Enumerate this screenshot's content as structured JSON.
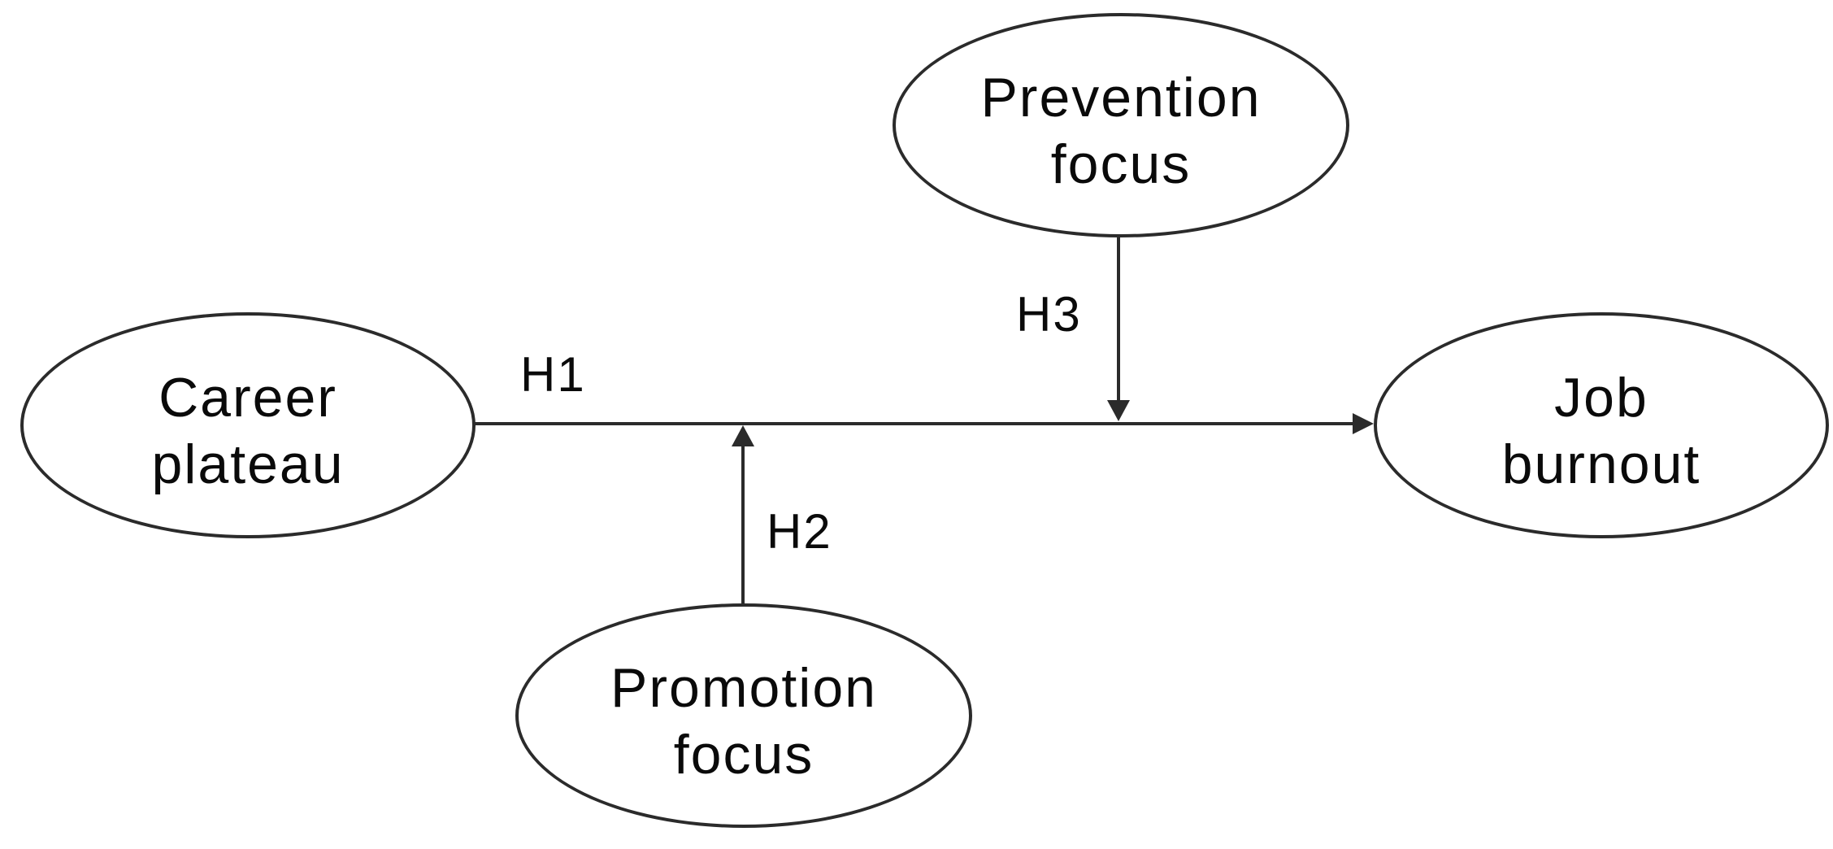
{
  "canvas": {
    "background": "#ffffff",
    "stroke_color": "#2b2b2b",
    "text_color": "#0a0a0a"
  },
  "nodes": {
    "career": {
      "line1": "Career",
      "line2": "plateau"
    },
    "prevention": {
      "line1": "Prevention",
      "line2": "focus"
    },
    "promotion": {
      "line1": "Promotion",
      "line2": "focus"
    },
    "burnout": {
      "line1": "Job",
      "line2": "burnout"
    }
  },
  "edges": {
    "h1": {
      "label": "H1",
      "from": "Career plateau",
      "to": "Job burnout",
      "type": "direct-arrow"
    },
    "h2": {
      "label": "H2",
      "from": "Promotion focus",
      "to": "H1 path",
      "type": "moderation-arrow-up"
    },
    "h3": {
      "label": "H3",
      "from": "Prevention focus",
      "to": "H1 path",
      "type": "moderation-arrow-down"
    }
  }
}
